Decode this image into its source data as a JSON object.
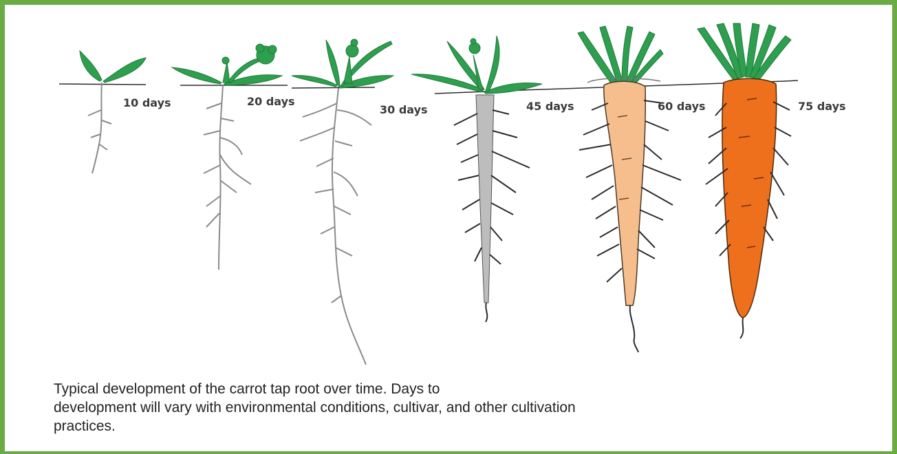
{
  "stages": [
    {
      "label": "10 days"
    },
    {
      "label": "20 days"
    },
    {
      "label": "30 days"
    },
    {
      "label": "45 days"
    },
    {
      "label": "60 days"
    },
    {
      "label": "75 days"
    }
  ],
  "caption": {
    "line1": "Typical development of the carrot tap root over time. Days to",
    "line2": "development will vary with environmental conditions, cultivar, and other cultivation",
    "line3": "practices."
  },
  "colors": {
    "border": "#6aab43",
    "leaf": "#2e9e4f",
    "leaf_dark": "#1f7a3a",
    "root_gray": "#bdbdbd",
    "carrot_pale": "#f6be8d",
    "carrot_orange": "#ee6f1c",
    "outline": "#2b2b2b"
  }
}
